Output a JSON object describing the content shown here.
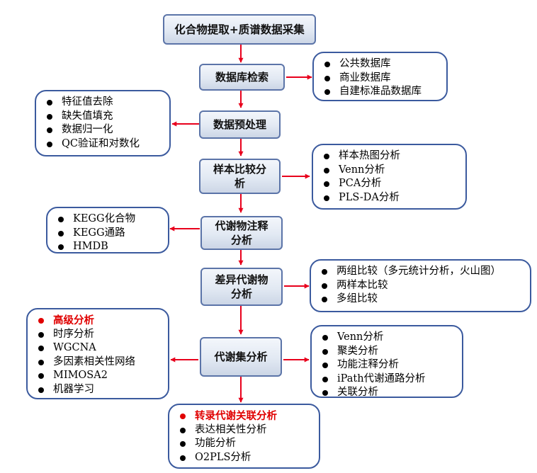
{
  "colors": {
    "arrow": "#e8001c",
    "step_border": "#5b74a8",
    "box_border": "#3b5a9e",
    "highlight": "#e00000"
  },
  "steps": [
    {
      "label": "化合物提取+质谱数据采集"
    },
    {
      "label": "数据库检索"
    },
    {
      "label": "数据预处理"
    },
    {
      "label": "样本比较分\n析"
    },
    {
      "label": "代谢物注释\n分析"
    },
    {
      "label": "差异代谢物\n分析"
    },
    {
      "label": "代谢集分析"
    }
  ],
  "boxes": {
    "databases": [
      "公共数据库",
      "商业数据库",
      "自建标准品数据库"
    ],
    "preprocessing": [
      "特征值去除",
      "缺失值填充",
      "数据归一化",
      "QC验证和对数化"
    ],
    "sample_compare": [
      "样本热图分析",
      "Venn分析",
      "PCA分析",
      "PLS-DA分析"
    ],
    "annotation": [
      "KEGG化合物",
      "KEGG通路",
      "HMDB"
    ],
    "differential": [
      "两组比较（多元统计分析，火山图）",
      "两样本比较",
      "多组比较"
    ],
    "advanced": [
      "高级分析",
      "时序分析",
      "WGCNA",
      "多因素相关性网络",
      "MIMOSA2",
      "机器学习"
    ],
    "metabolite_set": [
      "Venn分析",
      "聚类分析",
      "功能注释分析",
      "iPath代谢通路分析",
      "关联分析"
    ],
    "transcript": [
      "转录代谢关联分析",
      "表达相关性分析",
      "功能分析",
      "O2PLS分析"
    ]
  }
}
